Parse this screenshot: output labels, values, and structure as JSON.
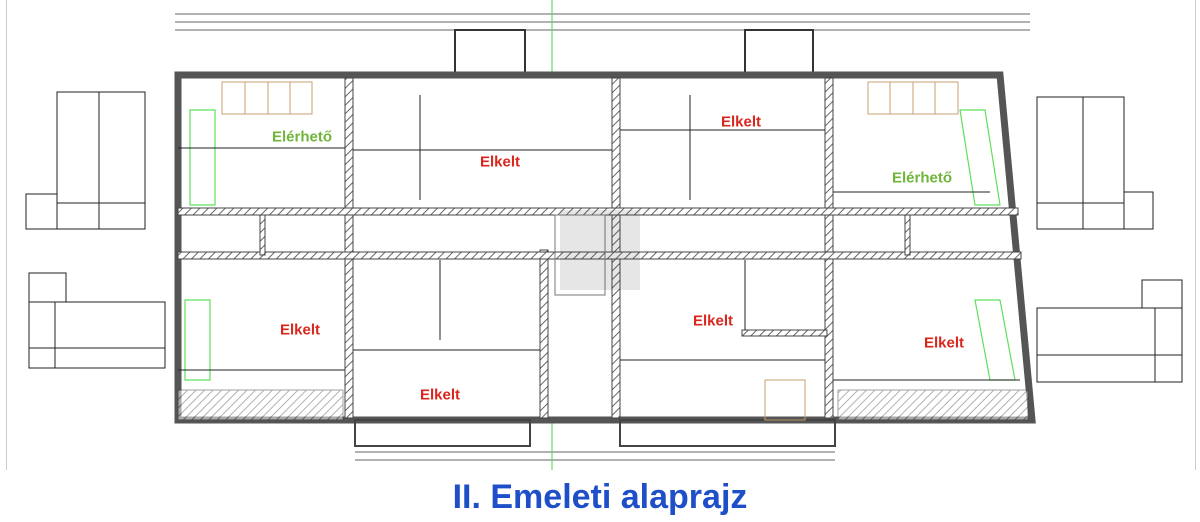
{
  "title": "II. Emeleti alaprajz",
  "colors": {
    "available": "#6fb53a",
    "sold": "#d8261c",
    "title": "#1f4fc8",
    "stairs": "#5ee05e"
  },
  "apartments": [
    {
      "status": "Elérhető",
      "state": "available"
    },
    {
      "status": "Elkelt",
      "state": "sold"
    },
    {
      "status": "Elkelt",
      "state": "sold"
    },
    {
      "status": "Elérhető",
      "state": "available"
    },
    {
      "status": "Elkelt",
      "state": "sold"
    },
    {
      "status": "Elkelt",
      "state": "sold"
    },
    {
      "status": "Elkelt",
      "state": "sold"
    },
    {
      "status": "Elkelt",
      "state": "sold"
    }
  ]
}
